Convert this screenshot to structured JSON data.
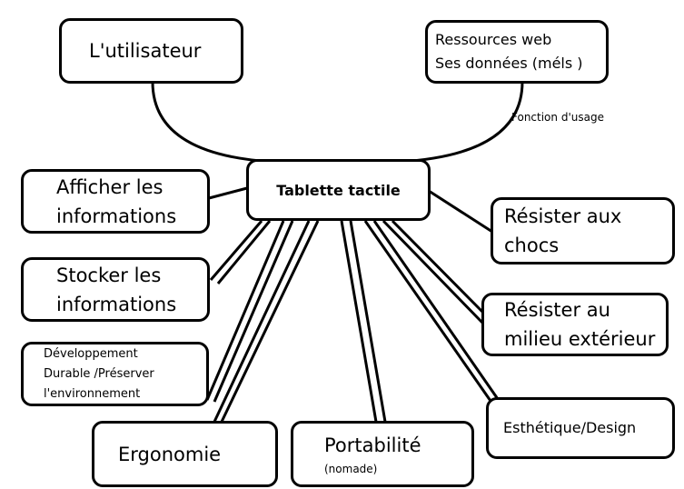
{
  "diagram": {
    "center": {
      "label": "Tablette tactile"
    },
    "usage_function": {
      "label": "Fonction d'usage"
    },
    "nodes": {
      "utilisateur": {
        "lines": [
          "L'utilisateur"
        ]
      },
      "ressources": {
        "lines": [
          "Ressources web",
          "Ses données (méls )"
        ]
      },
      "afficher": {
        "lines": [
          "Afficher les",
          "informations"
        ]
      },
      "stocker": {
        "lines": [
          "Stocker les",
          "informations"
        ]
      },
      "developpement": {
        "lines": [
          "Développement",
          "Durable /Préserver",
          "l'environnement"
        ]
      },
      "ergonomie": {
        "lines": [
          "Ergonomie"
        ]
      },
      "portabilite": {
        "lines": [
          "Portabilité"
        ],
        "note": "(nomade)"
      },
      "esthetique": {
        "lines": [
          "Esthétique/Design"
        ]
      },
      "milieu": {
        "lines": [
          "Résister au",
          "milieu extérieur"
        ]
      },
      "chocs": {
        "lines": [
          "Résister aux",
          "chocs"
        ]
      }
    }
  }
}
